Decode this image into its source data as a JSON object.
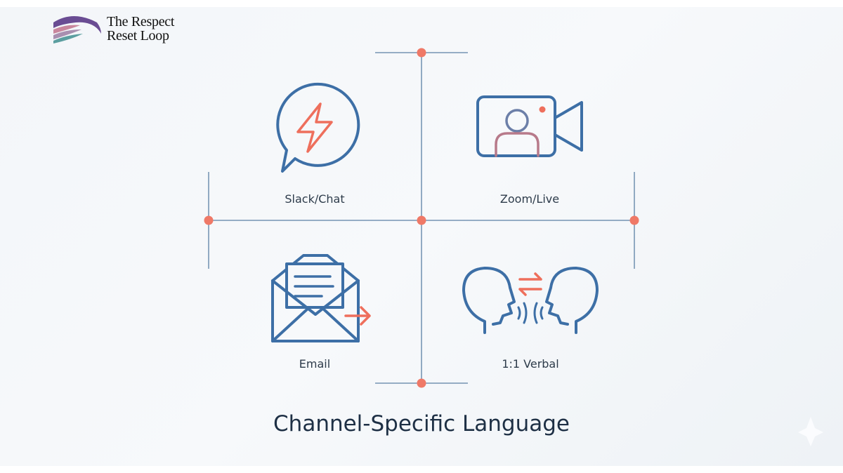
{
  "brand": {
    "name_line1": "The Respect",
    "name_line2": "Reset Loop"
  },
  "quadrants": [
    {
      "label": "Slack/Chat",
      "icon": "chat-lightning-icon"
    },
    {
      "label": "Zoom/Live",
      "icon": "video-camera-icon"
    },
    {
      "label": "Email",
      "icon": "envelope-icon"
    },
    {
      "label": "1:1 Verbal",
      "icon": "two-heads-talking-icon"
    }
  ],
  "title": "Channel-Specific Language",
  "colors": {
    "line": "#5b80a5",
    "dot": "#ef7967",
    "icon": "#3d6fa6",
    "accent": "#ee6f5c"
  }
}
